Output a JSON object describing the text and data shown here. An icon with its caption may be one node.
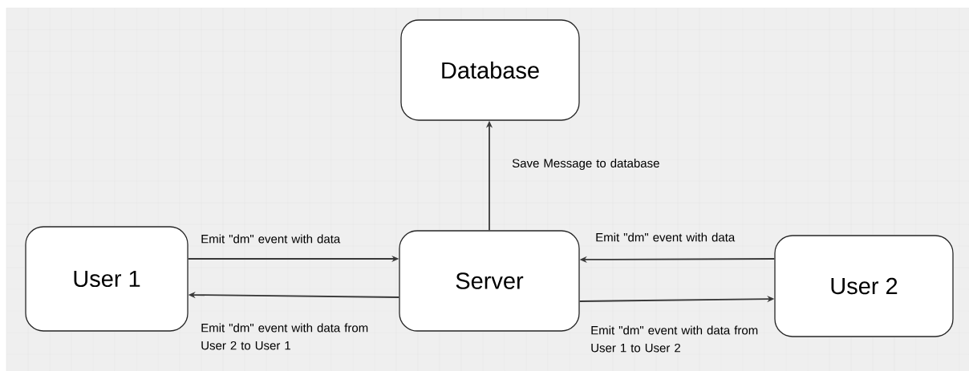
{
  "diagram": {
    "nodes": [
      {
        "text": [
          "Database"
        ]
      },
      {
        "text": [
          "User 1"
        ]
      },
      {
        "text": [
          "Server"
        ]
      },
      {
        "text": [
          "User 2"
        ]
      }
    ],
    "edges": [
      {
        "from": 1,
        "to": 2,
        "arrow": "to",
        "label": "Emit \"dm\" event with data"
      },
      {
        "from": 2,
        "to": 1,
        "arrow": "to",
        "label": "Emit \"dm\" event with data from User 2 to User 1"
      },
      {
        "from": 3,
        "to": 2,
        "arrow": "to",
        "label": "Emit \"dm\" event with data"
      },
      {
        "from": 2,
        "to": 3,
        "arrow": "to",
        "label": "Emit \"dm\" event with data from User 1 to User 2"
      },
      {
        "from": 2,
        "to": 0,
        "arrow": "to",
        "label": "Save Message to database"
      }
    ]
  }
}
